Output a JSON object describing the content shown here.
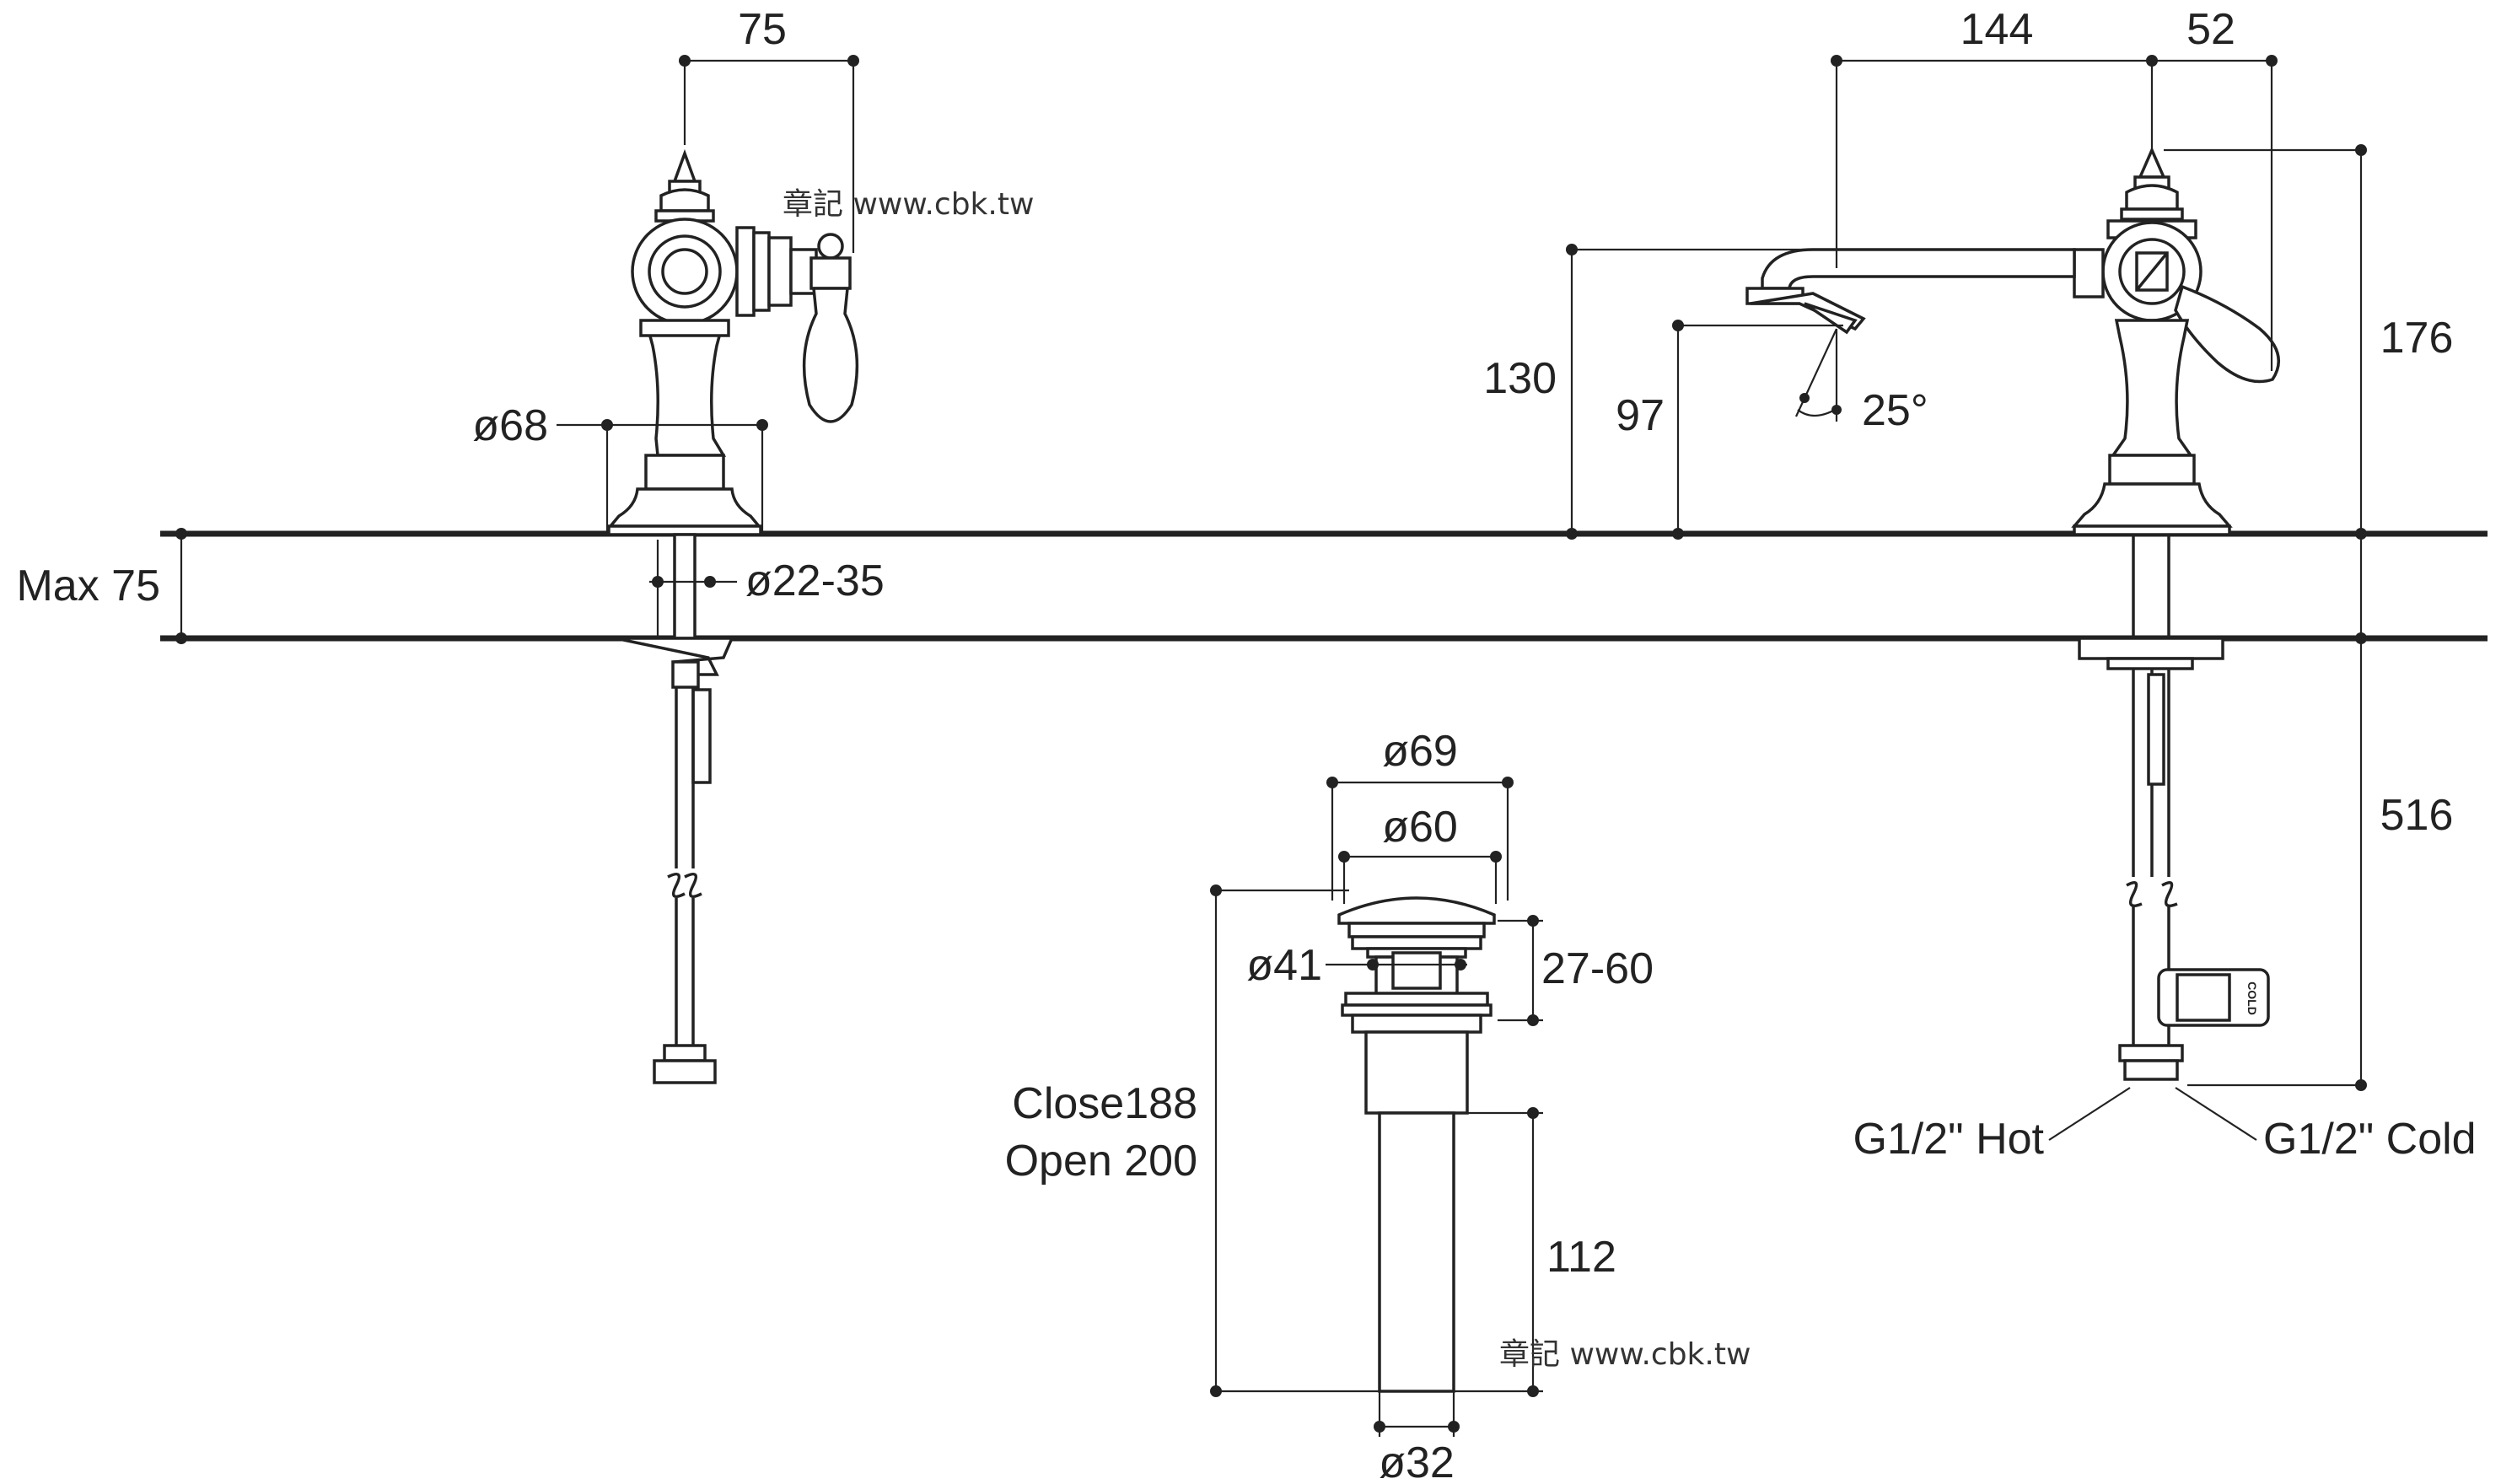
{
  "watermarks": [
    "章記 www.cbk.tw",
    "章記 www.cbk.tw"
  ],
  "dimensions": {
    "left_width": "75",
    "left_base_dia": "ø68",
    "hole_dia": "ø22-35",
    "max_thickness": "Max 75",
    "right_spout": "144",
    "right_handle": "52",
    "right_total_height": "176",
    "right_spout_height": "130",
    "right_outlet_height": "97",
    "spout_angle": "25°",
    "below_length": "516",
    "hot_conn": "G1/2\" Hot",
    "cold_conn": "G1/2\" Cold",
    "waste_outer": "ø69",
    "waste_cap": "ø60",
    "waste_body": "ø41",
    "waste_clamp": "27-60",
    "waste_close": "Close188",
    "waste_open": "Open 200",
    "waste_tail": "112",
    "waste_tail_dia": "ø32"
  },
  "labels": {
    "cold_tag": "COLD"
  }
}
